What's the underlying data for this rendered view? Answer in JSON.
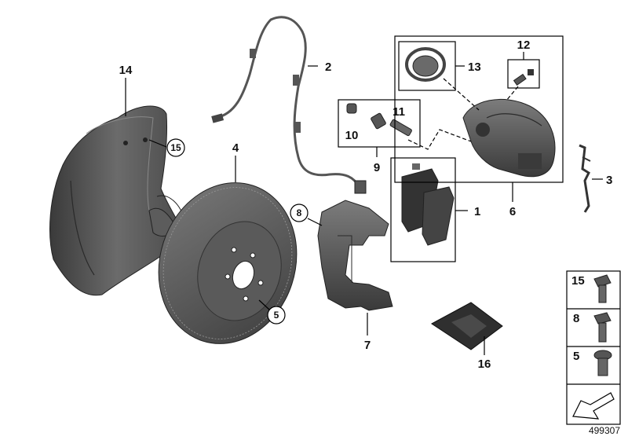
{
  "diagram": {
    "parts": {
      "p1": "1",
      "p2": "2",
      "p3": "3",
      "p4": "4",
      "p5": "5",
      "p6": "6",
      "p7": "7",
      "p8": "8",
      "p9": "9",
      "p10": "10",
      "p11": "11",
      "p12": "12",
      "p13": "13",
      "p14": "14",
      "p15": "15",
      "p16": "16"
    },
    "legend": {
      "l15": "15",
      "l8": "8",
      "l5": "5"
    },
    "diagram_id": "499307"
  },
  "colors": {
    "part_fill": "#4f4f4f",
    "part_dark": "#2e2e2e",
    "part_light": "#8a8a8a",
    "line": "#000000"
  }
}
